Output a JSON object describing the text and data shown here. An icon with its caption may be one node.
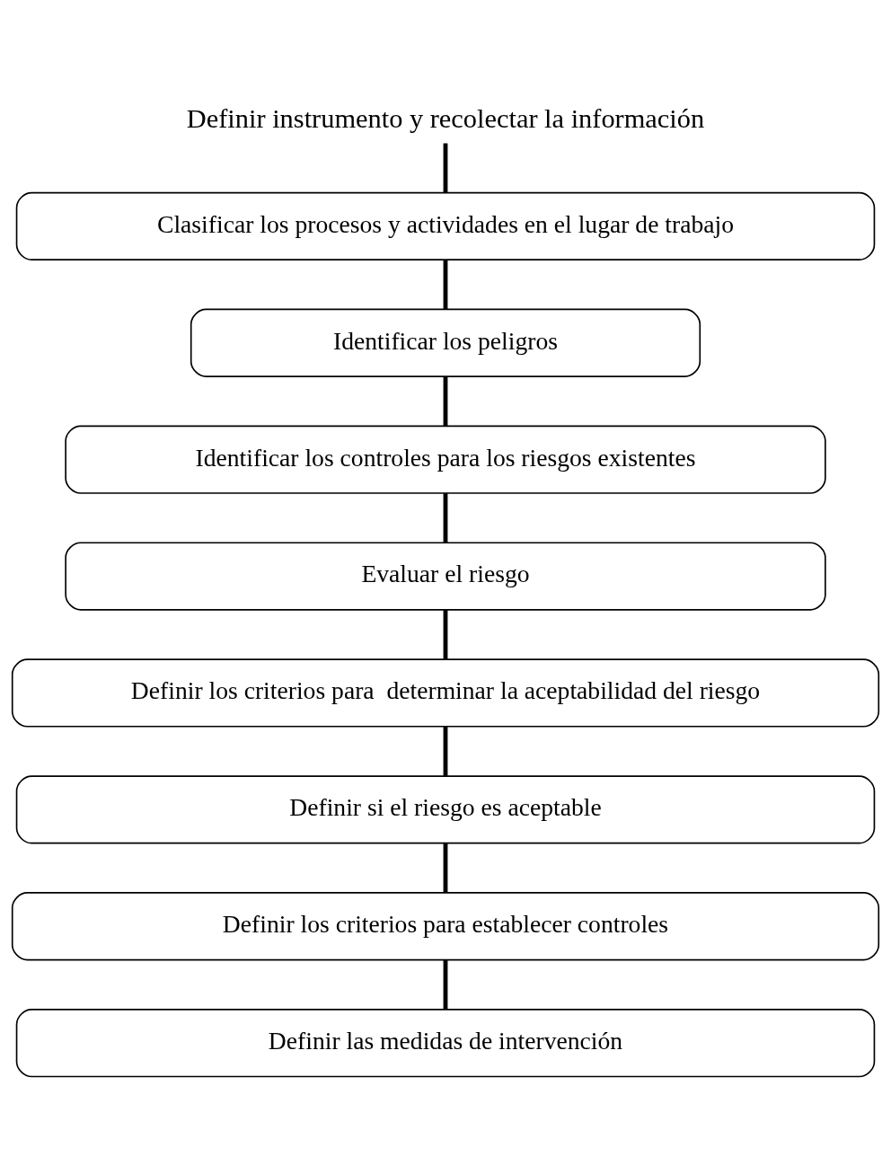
{
  "diagram": {
    "nodes": [
      {
        "text": [
          "Definir instrumento y recolectar la información"
        ]
      },
      {
        "text": [
          "Clasificar los procesos y actividades en el lugar de trabajo"
        ]
      },
      {
        "text": [
          "Identificar los peligros"
        ]
      },
      {
        "text": [
          "Identificar los controles para los riesgos existentes"
        ]
      },
      {
        "text": [
          "Evaluar el riesgo"
        ]
      },
      {
        "text": [
          "Definir los criterios para  determinar la aceptabilidad del riesgo"
        ]
      },
      {
        "text": [
          "Definir si el riesgo es aceptable"
        ]
      },
      {
        "text": [
          "Definir los criterios para establecer controles"
        ]
      },
      {
        "text": [
          "Definir las medidas de intervención"
        ]
      }
    ],
    "edges": [
      {
        "from": 0,
        "to": 1,
        "arrow": "none"
      },
      {
        "from": 1,
        "to": 2,
        "arrow": "none"
      },
      {
        "from": 2,
        "to": 3,
        "arrow": "none"
      },
      {
        "from": 3,
        "to": 4,
        "arrow": "none"
      },
      {
        "from": 4,
        "to": 5,
        "arrow": "none"
      },
      {
        "from": 5,
        "to": 6,
        "arrow": "none"
      },
      {
        "from": 6,
        "to": 7,
        "arrow": "none"
      },
      {
        "from": 7,
        "to": 8,
        "arrow": "none"
      }
    ]
  }
}
